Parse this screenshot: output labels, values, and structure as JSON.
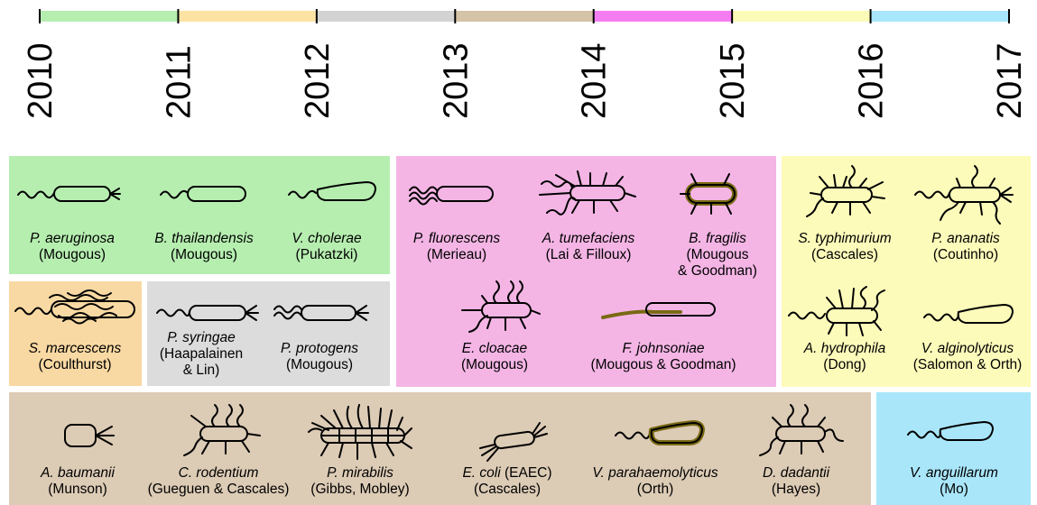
{
  "timeline": {
    "years": [
      "2010",
      "2011",
      "2012",
      "2013",
      "2014",
      "2015",
      "2016",
      "2017"
    ],
    "period_colors": [
      "#b6eeb0",
      "#fce3a3",
      "#d3d3d3",
      "#d5c3a7",
      "#f57df2",
      "#fcfcb8",
      "#a8e6fc"
    ]
  },
  "groups": [
    {
      "id": "2010",
      "color": "#b6eeb0"
    },
    {
      "id": "2011",
      "color": "#f9d9a3"
    },
    {
      "id": "2012",
      "color": "#dcdcdc"
    },
    {
      "id": "2014",
      "color": "#f4b5e5"
    },
    {
      "id": "2015",
      "color": "#fdfbba"
    },
    {
      "id": "2013",
      "color": "#dccbb5"
    },
    {
      "id": "2016",
      "color": "#a9e6fa"
    }
  ],
  "organisms": [
    {
      "species": "P. aeruginosa",
      "authors": "(Mougous)",
      "icon": "rod-flagellum-pili-icon"
    },
    {
      "species": "B. thailandensis",
      "authors": "(Mougous)",
      "icon": "rod-flagellum-icon"
    },
    {
      "species": "V. cholerae",
      "authors": "(Pukatzki)",
      "icon": "curved-rod-flagellum-icon"
    },
    {
      "species": "S. marcescens",
      "authors": "(Coulthurst)",
      "icon": "peritrichous-rod-icon"
    },
    {
      "species": "P. syringae",
      "authors": "(Haapalainen",
      "authors2": "& Lin)",
      "icon": "rod-flagellum-pili-icon"
    },
    {
      "species": "P. protogens",
      "authors": "(Mougous)",
      "icon": "rod-multi-flagella-pili-icon"
    },
    {
      "species": "P. fluorescens",
      "authors": "(Merieau)",
      "icon": "rod-multi-flagella-icon"
    },
    {
      "species": "A. tumefaciens",
      "authors": "(Lai & Filloux)",
      "icon": "rod-peritrichous-icon"
    },
    {
      "species": "B. fragilis",
      "authors": "(Mougous",
      "authors2": "& Goodman)",
      "icon": "capsule-rod-icon"
    },
    {
      "species": "E. cloacae",
      "authors": "(Mougous)",
      "icon": "rod-peritrichous-icon"
    },
    {
      "species": "F. johnsoniae",
      "authors": "(Mougous & Goodman)",
      "icon": "gliding-rod-icon"
    },
    {
      "species": "S. typhimurium",
      "authors": "(Cascales)",
      "icon": "rod-peritrichous-icon"
    },
    {
      "species": "P. ananatis",
      "authors": "(Coutinho)",
      "icon": "rod-peritrichous-pili-icon"
    },
    {
      "species": "A. hydrophila",
      "authors": "(Dong)",
      "icon": "rod-peritrichous-icon"
    },
    {
      "species": "V. alginolyticus",
      "authors": "(Salomon & Orth)",
      "icon": "curved-rod-flagellum-icon"
    },
    {
      "species": "A. baumanii",
      "authors": "(Munson)",
      "icon": "coccobacillus-pili-icon"
    },
    {
      "species": "C. rodentium",
      "authors": "(Gueguen & Cascales)",
      "icon": "rod-peritrichous-icon"
    },
    {
      "species": "P. mirabilis",
      "authors": "(Gibbs, Mobley)",
      "icon": "swarmer-rod-icon"
    },
    {
      "species": "E. coli",
      "species_suffix": " (EAEC)",
      "authors": "(Cascales)",
      "icon": "rod-pili-icon"
    },
    {
      "species": "V. parahaemolyticus",
      "authors": "(Orth)",
      "icon": "capsule-curved-rod-icon"
    },
    {
      "species": "D. dadantii",
      "authors": "(Hayes)",
      "icon": "rod-peritrichous-icon"
    },
    {
      "species": "V. anguillarum",
      "authors": "(Mo)",
      "icon": "curved-rod-flagellum-icon"
    }
  ]
}
